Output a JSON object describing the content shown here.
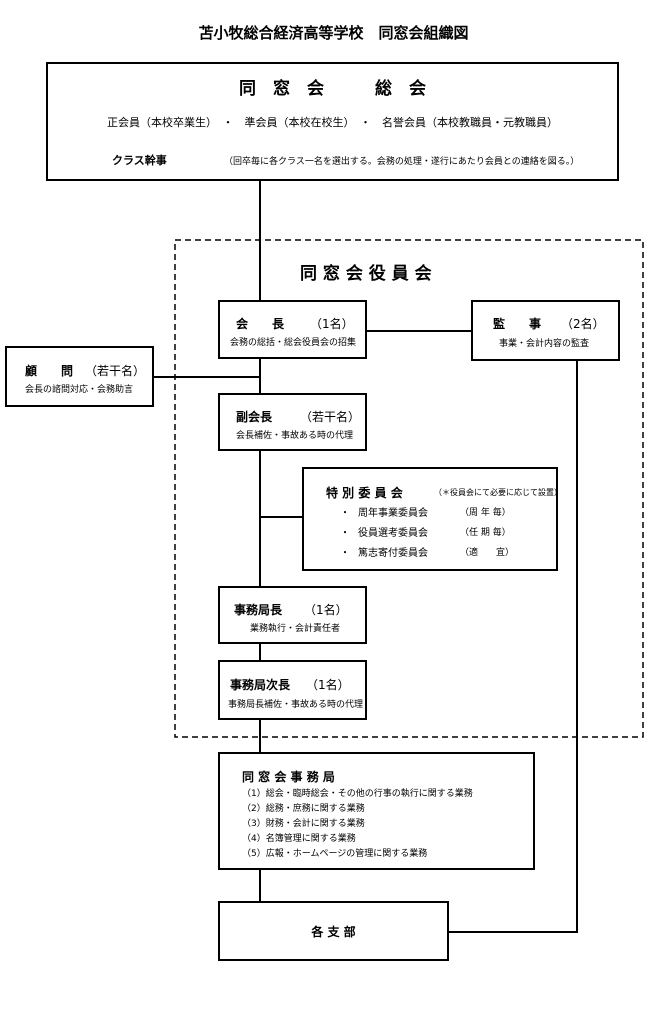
{
  "page_title": "苫小牧総合経済高等学校　同窓会組織図",
  "general_meeting": {
    "title": "同　窓　会　　　総　会",
    "members": "正会員（本校卒業生）　・　準会員（本校在校生）　・　名誉会員（本校教職員・元教職員）",
    "class_officer_label": "クラス幹事",
    "class_officer_desc": "（回卒毎に各クラス一名を選出する。会務の処理・遂行にあたり会員との連絡を図る。）"
  },
  "board": {
    "title": "同 窓 会 役 員 会"
  },
  "president": {
    "title": "会　　長",
    "count": "（1名）",
    "desc": "会務の総括・総会役員会の招集"
  },
  "auditor": {
    "title": "監　　事",
    "count": "（2名）",
    "desc": "事業・会計内容の監査"
  },
  "advisor": {
    "title": "顧　　問",
    "count": "（若干名）",
    "desc": "会長の諮問対応・会務助言"
  },
  "vice_president": {
    "title": "副会長",
    "count": "（若干名）",
    "desc": "会長補佐・事故ある時の代理"
  },
  "special_committee": {
    "title": "特 別 委 員 会",
    "note": "（＊役員会にて必要に応じて設置）",
    "items": [
      {
        "bullet": "・",
        "name": "周年事業委員会",
        "term": "（周 年 毎）"
      },
      {
        "bullet": "・",
        "name": "役員選考委員会",
        "term": "（任 期 毎）"
      },
      {
        "bullet": "・",
        "name": "篤志寄付委員会",
        "term": "（適　　宜）"
      }
    ]
  },
  "secretary_general": {
    "title": "事務局長",
    "count": "（1名）",
    "desc": "業務執行・会計責任者"
  },
  "deputy_secretary": {
    "title": "事務局次長",
    "count": "（1名）",
    "desc": "事務局長補佐・事故ある時の代理"
  },
  "secretariat": {
    "title": "同 窓 会 事 務 局",
    "items": [
      "（1）総会・臨時総会・その他の行事の執行に関する業務",
      "（2）総務・庶務に関する業務",
      "（3）財務・会計に関する業務",
      "（4）名簿管理に関する業務",
      "（5）広報・ホームページの管理に関する業務"
    ]
  },
  "branches": {
    "title": "各 支 部"
  }
}
